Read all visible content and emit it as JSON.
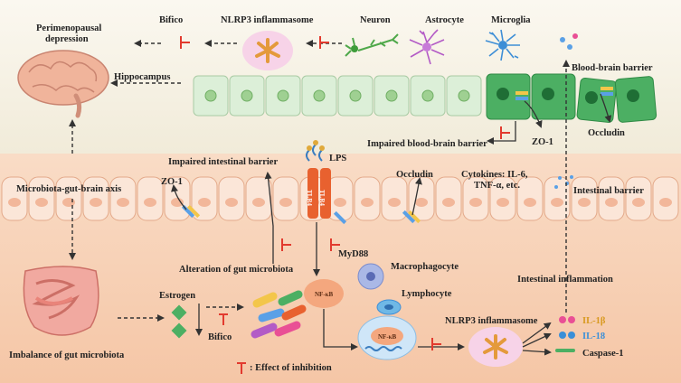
{
  "labels": {
    "perimenopausal_depression_line1": "Perimenopausal",
    "perimenopausal_depression_line2": "depression",
    "bifico_top": "Bifico",
    "nlrp3_top": "NLRP3 inflammasome",
    "neuron": "Neuron",
    "astrocyte": "Astrocyte",
    "microglia": "Microglia",
    "hippocampus": "Hippocampus",
    "blood_brain_barrier": "Blood-brain barrier",
    "impaired_bbb": "Impaired blood-brain barrier",
    "zo1_bbb": "ZO-1",
    "occludin_bbb": "Occludin",
    "impaired_intestinal_barrier": "Impaired intestinal barrier",
    "lps": "LPS",
    "tlr4_a": "TLR4",
    "tlr4_b": "TLR4",
    "microbiota_gut_brain_axis": "Microbiota-gut-brain axis",
    "zo1_gut": "ZO-1",
    "occludin_gut": "Occludin",
    "cytokines_line1": "Cytokines: IL-6,",
    "cytokines_line2": "TNF-α, etc.",
    "intestinal_barrier": "Intestinal barrier",
    "alteration_gut_microbiota": "Alteration of gut microbiota",
    "myd88": "MyD88",
    "macrophagocyte": "Macrophagocyte",
    "intestinal_inflammation": "Intestinal inflammation",
    "estrogen": "Estrogen",
    "nfkb_a": "NF-κB",
    "lymphocyte": "Lymphocyte",
    "nfkb_b": "NF-κB",
    "nlrp3_bottom": "NLRP3 inflammasome",
    "il1b": "IL-1β",
    "il18": "IL-18",
    "caspase1": "Caspase-1",
    "imbalance_gut_microbiota": "Imbalance of gut microbiota",
    "bifico_bottom": "Bifico",
    "effect_of_inhibition": ":  Effect of inhibition"
  },
  "colors": {
    "brain_band": "#f6f1e4",
    "gut_band": "#f7cdb0",
    "inhibition": "#e23a2e",
    "bbb_cell": "#4caf63",
    "hippo_cell": "#dcefd8",
    "il1b": "#e0a93a",
    "il18": "#3a8fd8"
  },
  "icons": [
    "brain-icon",
    "neuron-icon",
    "astrocyte-icon",
    "microglia-icon",
    "intestine-icon",
    "inflammasome-icon",
    "bacteria-icon",
    "macrophage-icon",
    "lymphocyte-icon"
  ]
}
